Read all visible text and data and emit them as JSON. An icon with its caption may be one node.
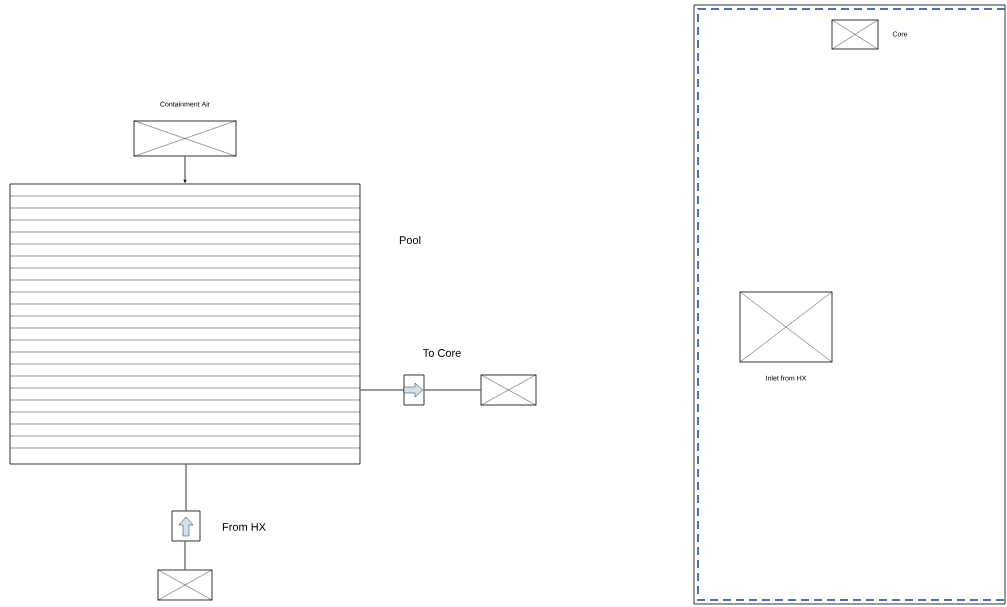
{
  "diagram": {
    "nodes": [
      {
        "text": [
          "Containment Air"
        ]
      },
      {
        "text": [],
        "shape": "box",
        "beside": [
          "Pool"
        ]
      },
      {
        "text": [],
        "shape": "box",
        "beside": [
          "To Core"
        ]
      },
      {
        "text": [],
        "shape": "box"
      },
      {
        "text": [],
        "shape": "box",
        "beside": [
          "From HX"
        ]
      },
      {
        "text": [],
        "shape": "box"
      },
      {
        "text": [],
        "shape": "box"
      },
      {
        "text": [],
        "shape": "box",
        "in": 6,
        "beside": [
          "Core"
        ]
      },
      {
        "text": [],
        "shape": "box",
        "in": 6,
        "beside": [
          "Inlet from HX"
        ]
      }
    ],
    "edges": [
      {
        "from": 0,
        "to": 1,
        "arrow": "to"
      },
      {
        "from": 1,
        "to": 2,
        "arrow": "none"
      },
      {
        "from": 2,
        "to": 3,
        "arrow": "none"
      },
      {
        "from": 5,
        "to": 4,
        "arrow": "none"
      },
      {
        "from": 4,
        "to": 1,
        "arrow": "none"
      }
    ]
  }
}
